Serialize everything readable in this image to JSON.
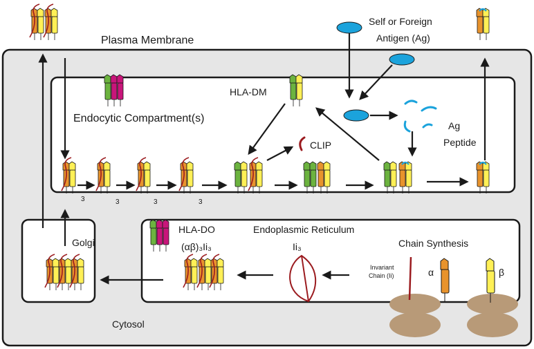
{
  "labels": {
    "plasma_membrane": "Plasma Membrane",
    "self_or_foreign": "Self or Foreign",
    "antigen_ag": "Antigen (Ag)",
    "hla_dm": "HLA-DM",
    "endocytic": "Endocytic Compartment(s)",
    "clip": "CLIP",
    "ag": "Ag",
    "peptide": "Peptide",
    "hla_do": "HLA-DO",
    "er": "Endoplasmic Reticulum",
    "complex": "(αβ)₃Ii₃",
    "ii3": "Ii₃",
    "chain_synthesis": "Chain Synthesis",
    "invariant_1": "Invariant",
    "invariant_2": "Chain (Ii)",
    "alpha": "α",
    "beta": "β",
    "golgi": "Golgi",
    "cytosol": "Cytosol",
    "sub3": "3"
  },
  "colors": {
    "cell_fill": "#e6e6e6",
    "compartment_fill": "#ffffff",
    "outline": "#1a1a1a",
    "alpha_chain": "#e8932c",
    "beta_chain": "#fff056",
    "invariant_chain": "#9b1b1f",
    "antigen": "#1ba3dc",
    "dm_green": "#6cb33f",
    "do_magenta": "#c8157a",
    "ribosome": "#b89a78"
  },
  "icons": [
    "mhc-class-ii-icon",
    "hla-dm-icon",
    "hla-do-icon",
    "antigen-icon",
    "peptide-icon",
    "ribosome-icon",
    "invariant-chain-icon"
  ]
}
